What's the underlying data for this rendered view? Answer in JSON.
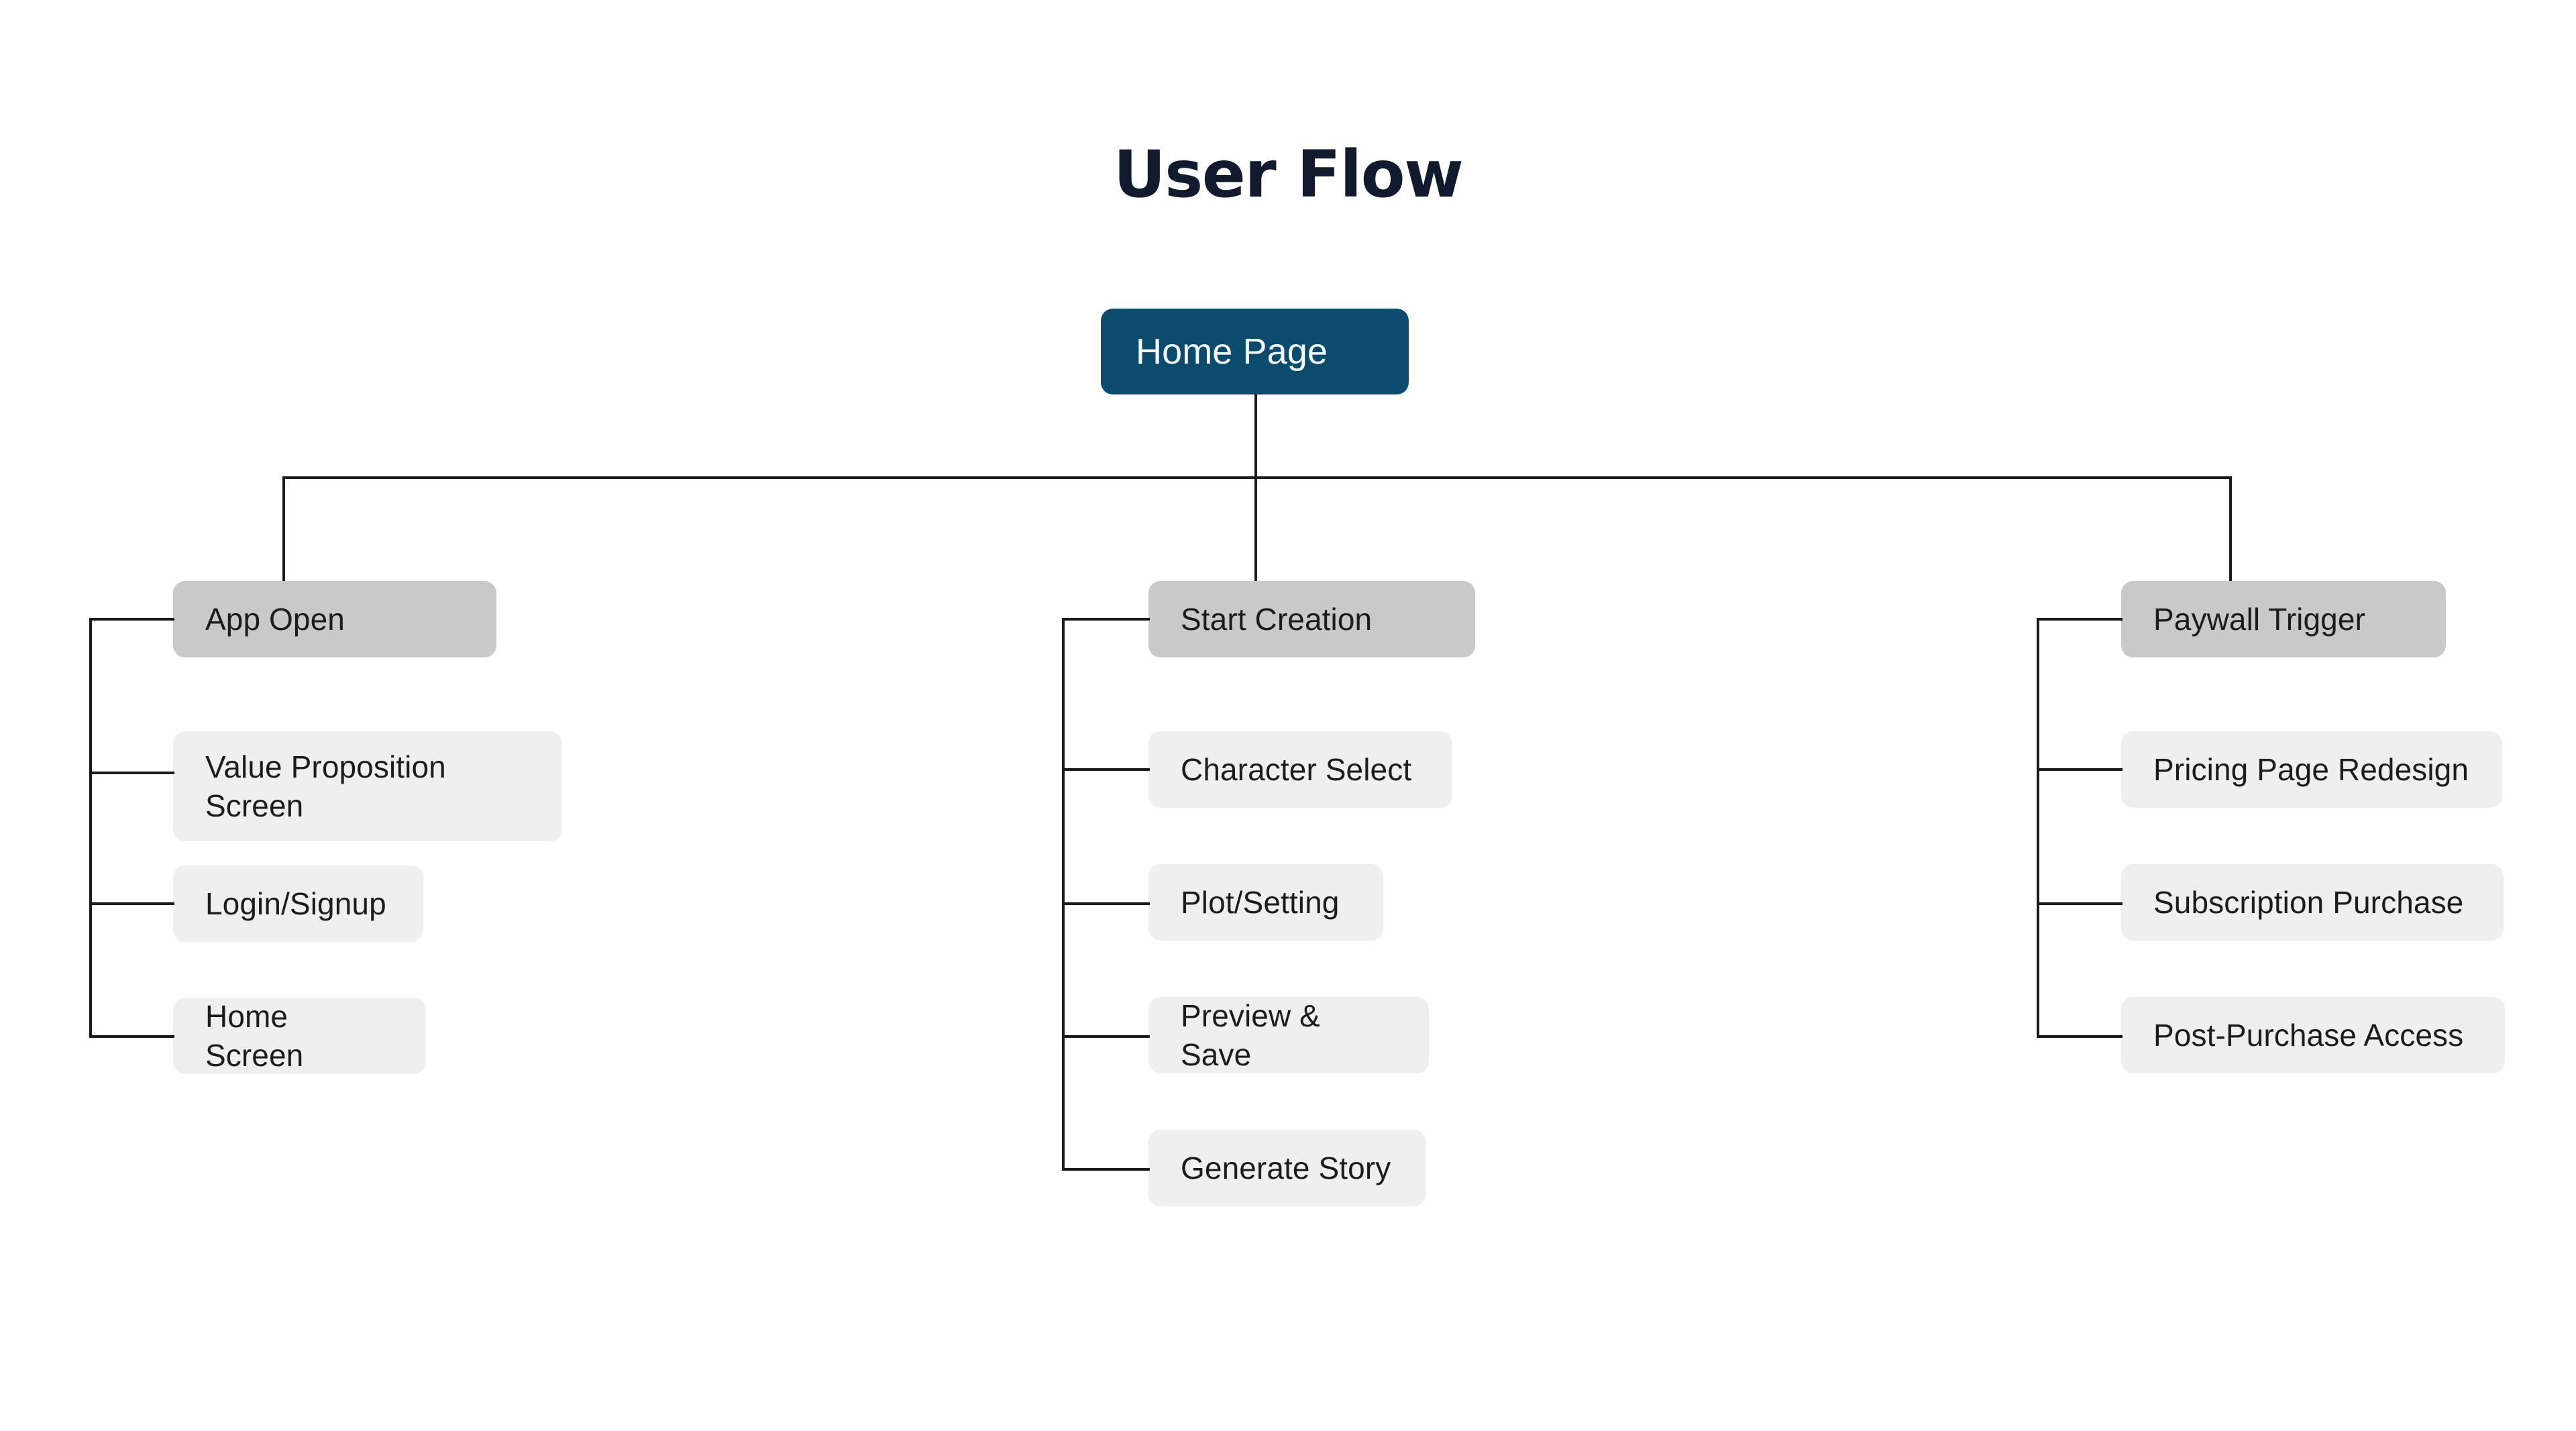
{
  "page": {
    "title": "User Flow",
    "background_color": "#ffffff",
    "title_color": "#121a2e",
    "connector_color": "#1a1a1a"
  },
  "diagram": {
    "type": "tree",
    "orientation": "top-down",
    "root": {
      "label": "Home Page",
      "fill_color": "#0c4a6e",
      "text_color": "#f4fbff"
    },
    "branches": [
      {
        "header": {
          "label": "App Open",
          "fill_color": "#c9c9c9",
          "text_color": "#1c1c1c"
        },
        "children": [
          {
            "label": "Value Proposition Screen",
            "fill_color": "#efefef",
            "text_color": "#1c1c1c"
          },
          {
            "label": "Login/Signup",
            "fill_color": "#efefef",
            "text_color": "#1c1c1c"
          },
          {
            "label": "Home Screen",
            "fill_color": "#efefef",
            "text_color": "#1c1c1c"
          }
        ]
      },
      {
        "header": {
          "label": "Start Creation",
          "fill_color": "#c9c9c9",
          "text_color": "#1c1c1c"
        },
        "children": [
          {
            "label": "Character Select",
            "fill_color": "#efefef",
            "text_color": "#1c1c1c"
          },
          {
            "label": "Plot/Setting",
            "fill_color": "#efefef",
            "text_color": "#1c1c1c"
          },
          {
            "label": "Preview & Save",
            "fill_color": "#efefef",
            "text_color": "#1c1c1c"
          },
          {
            "label": "Generate Story",
            "fill_color": "#efefef",
            "text_color": "#1c1c1c"
          }
        ]
      },
      {
        "header": {
          "label": "Paywall Trigger",
          "fill_color": "#c9c9c9",
          "text_color": "#1c1c1c"
        },
        "children": [
          {
            "label": "Pricing Page Redesign",
            "fill_color": "#efefef",
            "text_color": "#1c1c1c"
          },
          {
            "label": "Subscription Purchase",
            "fill_color": "#efefef",
            "text_color": "#1c1c1c"
          },
          {
            "label": "Post-Purchase Access",
            "fill_color": "#efefef",
            "text_color": "#1c1c1c"
          }
        ]
      }
    ]
  }
}
